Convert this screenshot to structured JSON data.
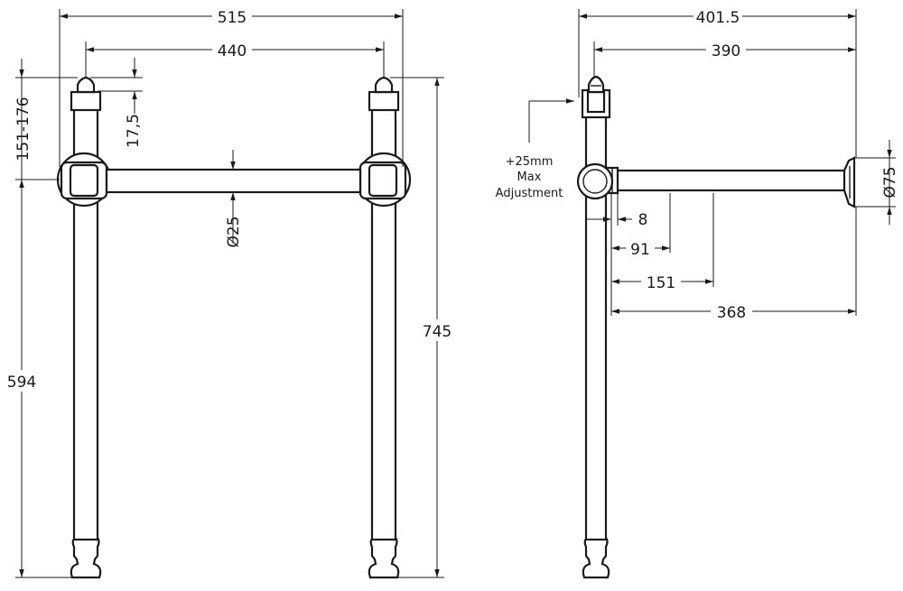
{
  "front_view": {
    "overall_width": "515",
    "leg_centres": "440",
    "rail_height_range": "151-176",
    "cap_height": "17,5",
    "rail_diameter": "Ø25",
    "overall_height": "745",
    "floor_to_rail": "594"
  },
  "side_view": {
    "overall_depth": "401.5",
    "wall_to_leg": "390",
    "adjustment_note": [
      "+25mm",
      "Max",
      "Adjustment"
    ],
    "flange_diameter": "Ø75",
    "dim_8": "8",
    "dim_91": "91",
    "dim_151": "151",
    "dim_368": "368"
  }
}
